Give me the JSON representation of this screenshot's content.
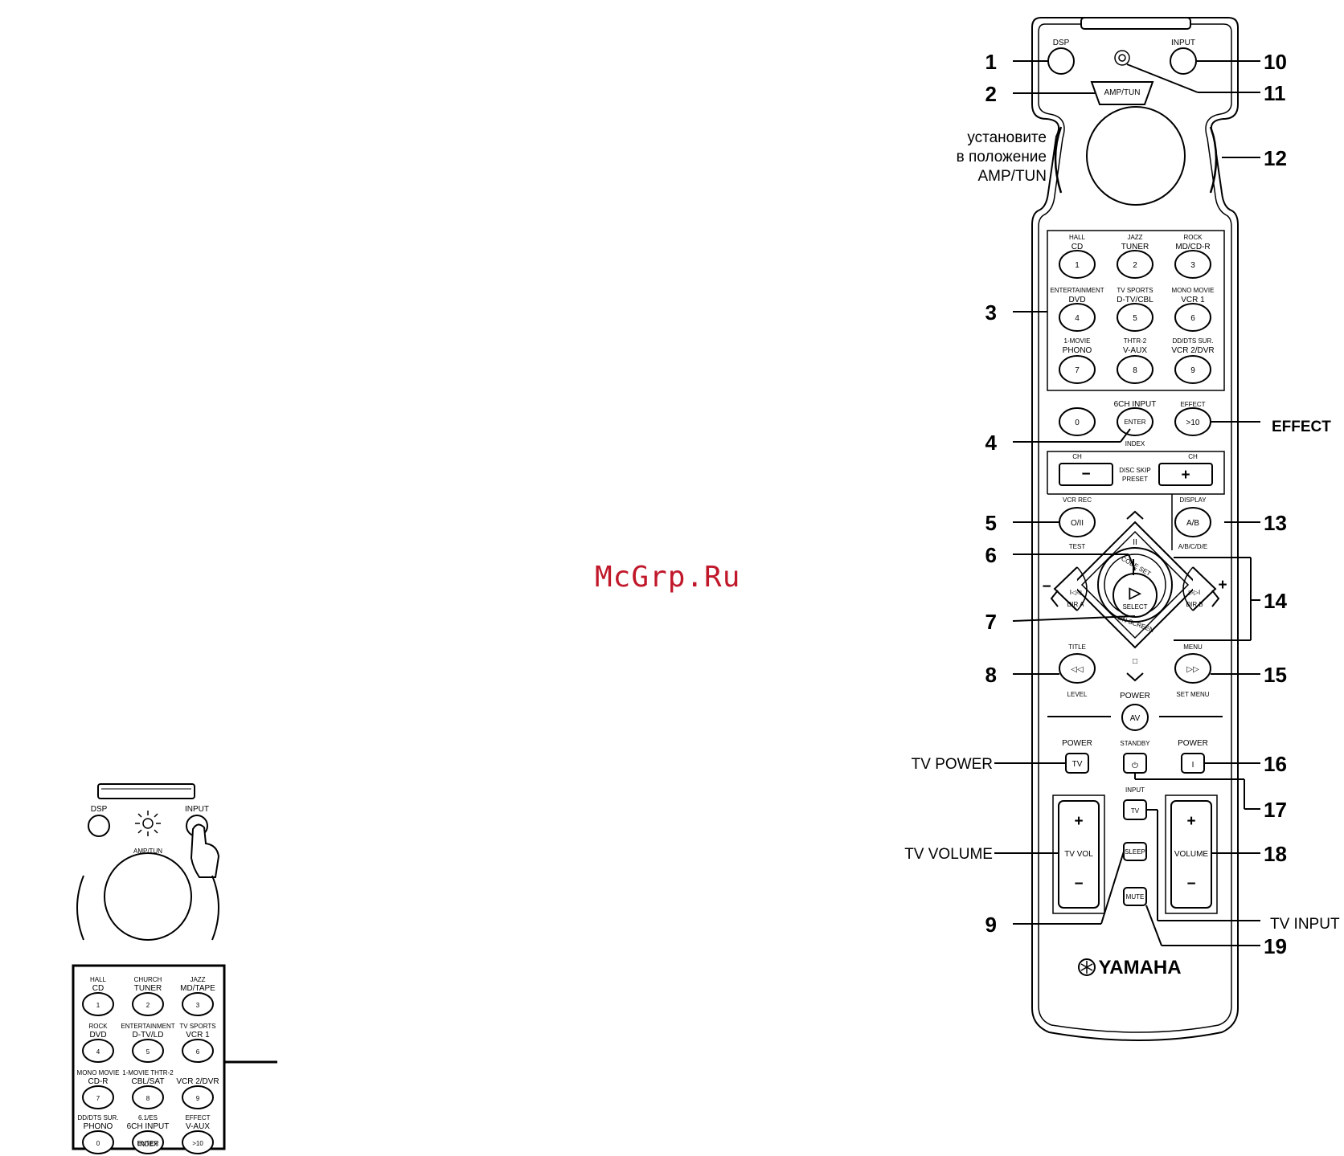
{
  "watermark": "McGrp.Ru",
  "side_note": {
    "line1": "установите",
    "line2": "в положение",
    "line3": "AMP/TUN"
  },
  "callouts": {
    "n1": "1",
    "n2": "2",
    "n3": "3",
    "n4": "4",
    "n5": "5",
    "n6": "6",
    "n7": "7",
    "n8": "8",
    "n9": "9",
    "n10": "10",
    "n11": "11",
    "n12": "12",
    "n13": "13",
    "n14": "14",
    "n15": "15",
    "n16": "16",
    "n17": "17",
    "n18": "18",
    "n19": "19",
    "effect": "EFFECT",
    "tv_power": "TV POWER",
    "tv_volume": "TV VOLUME",
    "tv_input": "TV INPUT"
  },
  "remote": {
    "dsp": "DSP",
    "input": "INPUT",
    "amp_tun": "AMP/TUN",
    "keypad": [
      {
        "top": "HALL",
        "label": "CD",
        "key": "1"
      },
      {
        "top": "JAZZ",
        "label": "TUNER",
        "key": "2"
      },
      {
        "top": "ROCK",
        "label": "MD/CD-R",
        "key": "3"
      },
      {
        "top": "ENTERTAINMENT",
        "label": "DVD",
        "key": "4"
      },
      {
        "top": "TV SPORTS",
        "label": "D-TV/CBL",
        "key": "5"
      },
      {
        "top": "MONO MOVIE",
        "label": "VCR 1",
        "key": "6"
      },
      {
        "top": "1-MOVIE",
        "label": "PHONO",
        "key": "7"
      },
      {
        "top": "THTR-2",
        "label": "V-AUX",
        "key": "8"
      },
      {
        "top": "DD/DTS SUR.",
        "label": "VCR 2/DVR",
        "key": "9"
      }
    ],
    "zero": "0",
    "sch_input": "6CH INPUT",
    "enter": "ENTER",
    "index": "INDEX",
    "effect_lbl": "EFFECT",
    "gt10": ">10",
    "ch": "CH",
    "minus": "−",
    "plus": "+",
    "disc_skip": "DISC SKIP",
    "preset": "PRESET",
    "vcr_rec": "VCR REC",
    "rec_pause": "O/II",
    "test": "TEST",
    "display": "DISPLAY",
    "ab": "A/B",
    "abcde": "A/B/C/D/E",
    "pause_sym": "II",
    "stop_sym": "□",
    "play_sym": "▷",
    "select": "SELECT",
    "code_set": "CODE SET",
    "on_screen": "ON SCREEN",
    "prev_sym": "I◁◁",
    "next_sym": "▷▷I",
    "dir_a": "DIR A",
    "dir_b": "DIR B",
    "pm_minus": "−",
    "pm_plus": "+",
    "title": "TITLE",
    "rew_sym": "◁◁",
    "level": "LEVEL",
    "menu": "MENU",
    "ff_sym": "▷▷",
    "set_menu": "SET MENU",
    "power": "POWER",
    "av": "AV",
    "tv_power": "POWER",
    "tv": "TV",
    "standby": "STANDBY",
    "standby_sym": "⏻",
    "power_r": "POWER",
    "power_r_sym": "I",
    "input2": "INPUT",
    "tv_in": "TV",
    "tv_vol": "TV VOL",
    "volume": "VOLUME",
    "sleep": "SLEEP",
    "mute": "MUTE",
    "brand": "YAMAHA"
  },
  "mini": {
    "dsp": "DSP",
    "input": "INPUT",
    "amp_tun": "AMP/TUN",
    "keypad": [
      {
        "top": "HALL",
        "label": "CD",
        "key": "1"
      },
      {
        "top": "CHURCH",
        "label": "TUNER",
        "key": "2"
      },
      {
        "top": "JAZZ",
        "label": "MD/TAPE",
        "key": "3"
      },
      {
        "top": "ROCK",
        "label": "DVD",
        "key": "4"
      },
      {
        "top": "ENTERTAINMENT",
        "label": "D-TV/LD",
        "key": "5"
      },
      {
        "top": "TV SPORTS",
        "label": "VCR 1",
        "key": "6"
      },
      {
        "top": "MONO MOVIE",
        "label": "CD-R",
        "key": "7"
      },
      {
        "top": "1-MOVIE THTR-2",
        "label": "CBL/SAT",
        "key": "8"
      },
      {
        "top": "",
        "label": "VCR 2/DVR",
        "key": "9"
      },
      {
        "top": "DD/DTS SUR.",
        "label": "PHONO",
        "key": "0"
      },
      {
        "top": "6.1/ES",
        "label": "6CH INPUT",
        "key": "ENTER"
      },
      {
        "top": "EFFECT",
        "label": "V-AUX",
        "key": ">10"
      }
    ],
    "index": "INDEX"
  }
}
